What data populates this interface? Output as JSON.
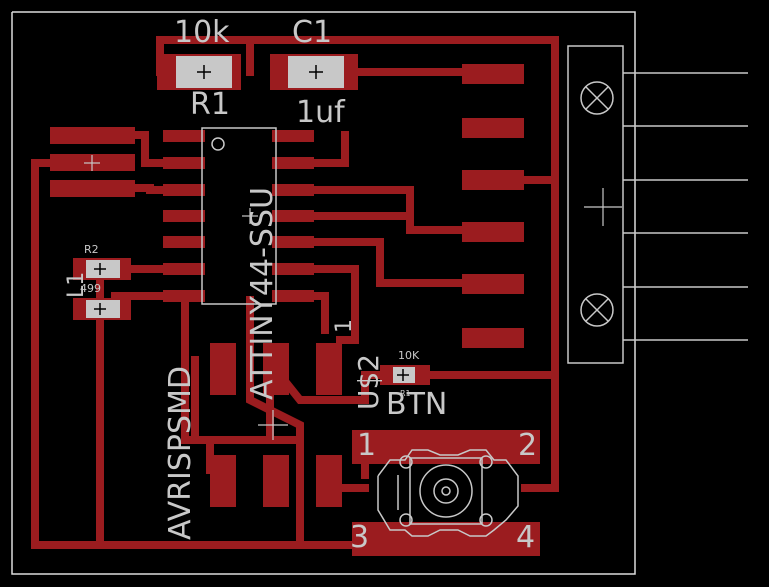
{
  "colors": {
    "background": "#000000",
    "copper": "#9b1c1f",
    "silkscreen": "#c8c8c8",
    "outline": "#dcdcdc",
    "pad_label": "#000000"
  },
  "components": {
    "r1": {
      "value": "10k",
      "name": "R1"
    },
    "c1": {
      "name": "C1",
      "value": "1uf"
    },
    "ic": {
      "name": "ATTINY44-SSU",
      "pin1": "1"
    },
    "isp": {
      "name": "AVRISPSMD"
    },
    "u2": {
      "name": "U$2",
      "button": "BTN"
    },
    "r2": {
      "name": "R2"
    },
    "led": {
      "name": "L1",
      "value": "499"
    },
    "r_btn": {
      "value": "10K",
      "name": "R1"
    }
  },
  "button_pads": [
    "1",
    "2",
    "3",
    "4"
  ]
}
